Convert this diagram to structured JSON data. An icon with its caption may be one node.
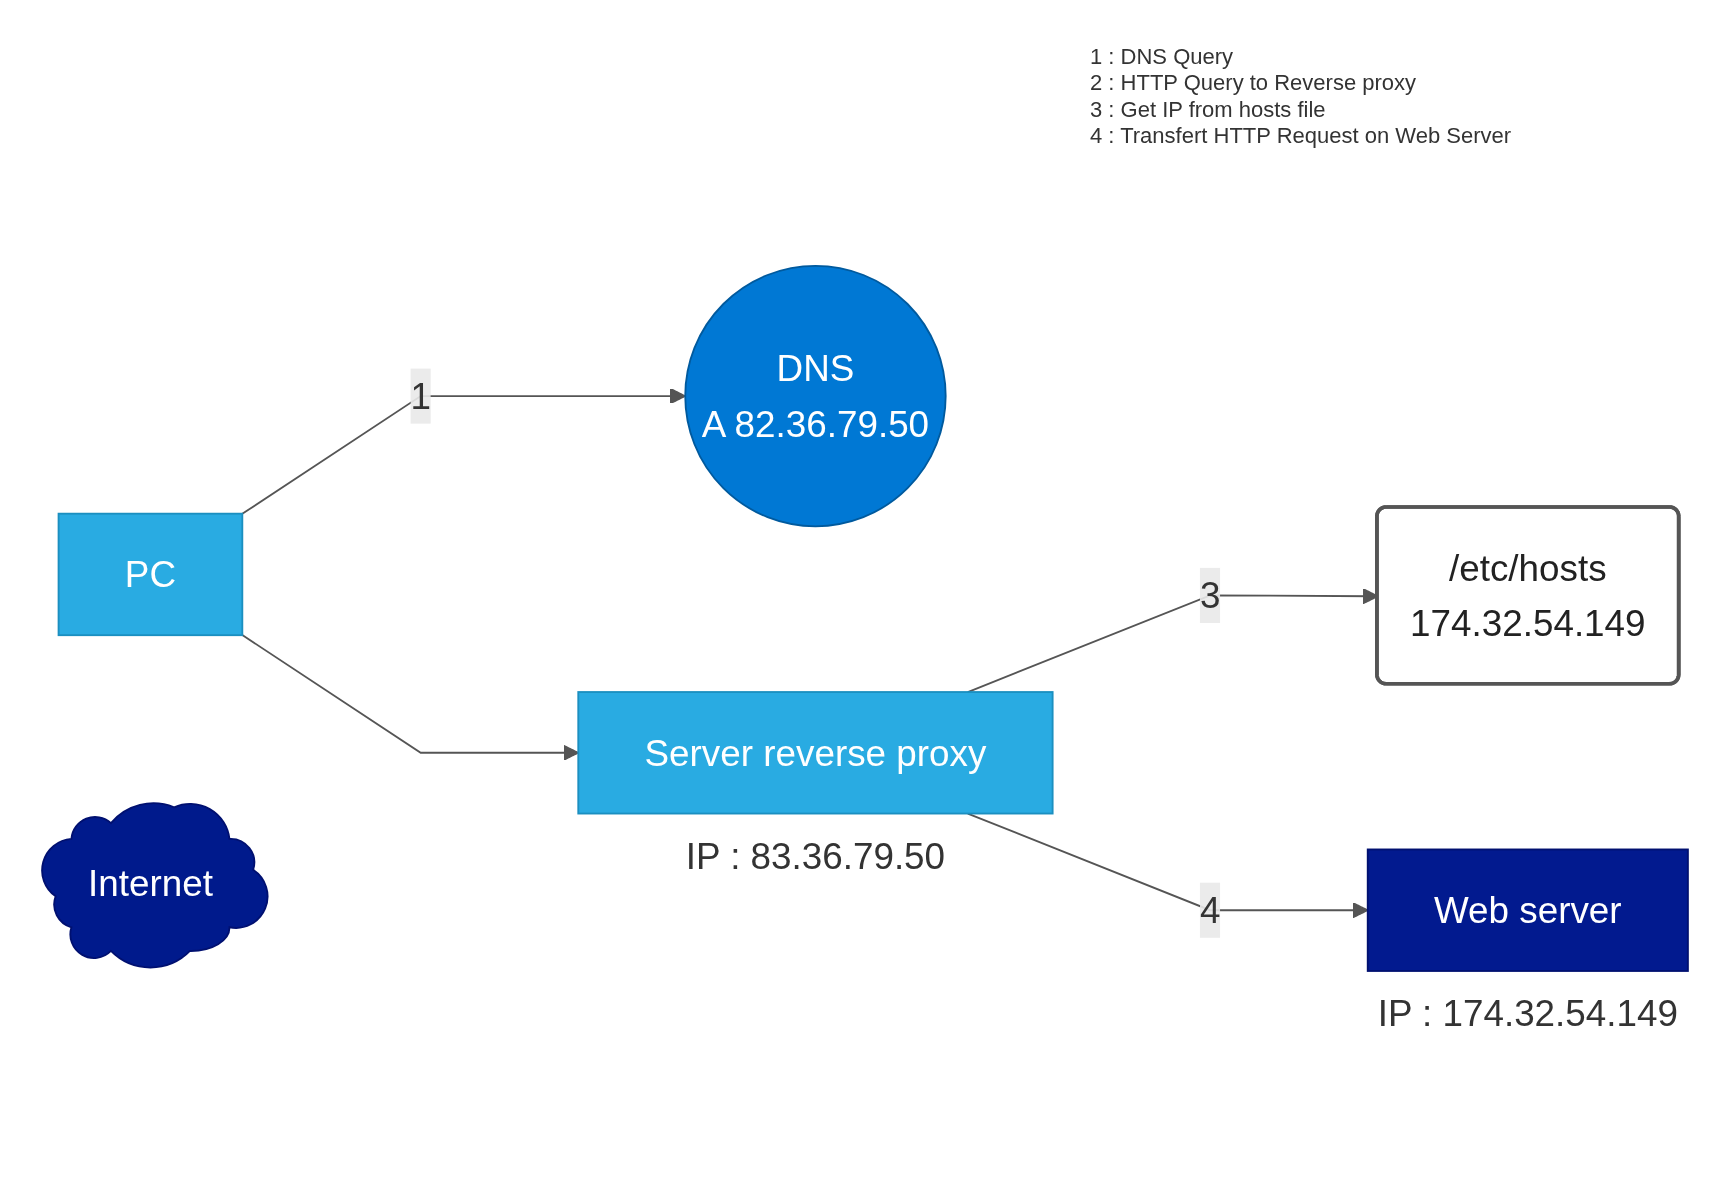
{
  "diagram": {
    "nodes": [
      {
        "text": [
          "DNS",
          "A 82.36.79.50"
        ]
      },
      {
        "text": [
          "PC"
        ]
      },
      {
        "text": [
          "Internet"
        ]
      },
      {
        "text": [
          "Server reverse proxy"
        ],
        "beside": [
          "IP : 83.36.79.50"
        ]
      },
      {
        "text": [
          "Web server"
        ],
        "beside": [
          "IP : 174.32.54.149"
        ]
      },
      {
        "text": [
          "/etc/hosts",
          "174.32.54.149"
        ]
      }
    ],
    "edges": [
      {
        "from": 1,
        "to": 0,
        "arrow": "to",
        "label": "1"
      },
      {
        "from": 1,
        "to": 3,
        "arrow": "to"
      },
      {
        "from": 3,
        "to": 5,
        "arrow": "to",
        "label": "3"
      },
      {
        "from": 3,
        "to": 4,
        "arrow": "to",
        "label": "4"
      }
    ],
    "labels": [
      "1 : DNS Query",
      "2 : HTTP Query to Reverse proxy",
      "3 : Get IP from hosts file",
      "4 : Transfert HTTP Request on Web Server"
    ]
  }
}
